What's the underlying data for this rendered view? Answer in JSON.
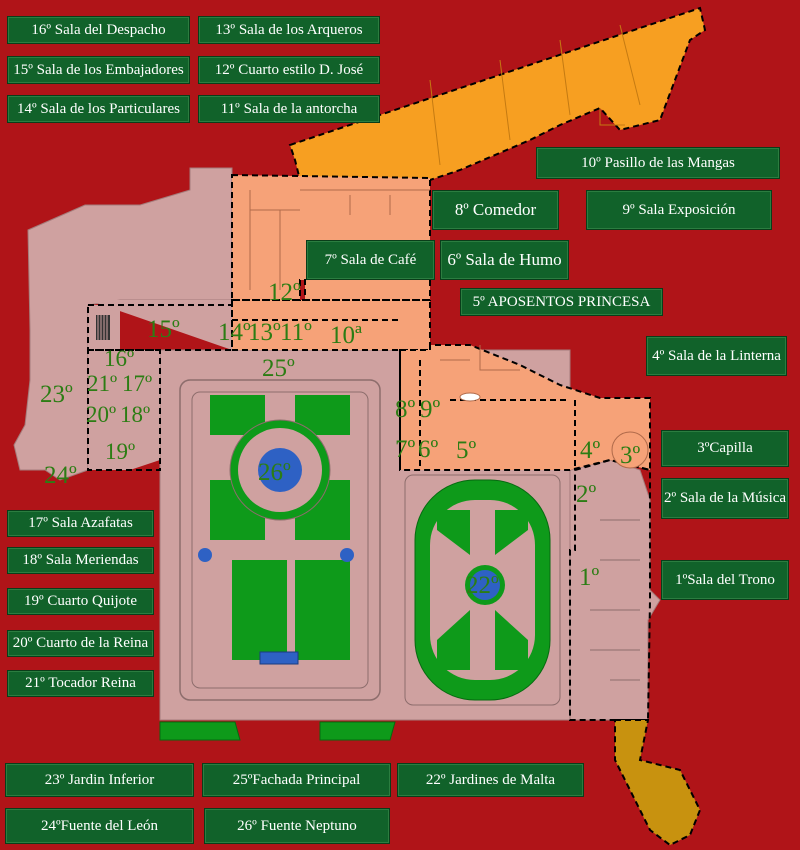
{
  "colors": {
    "background": "#b01418",
    "palace_gray": "#cfa1a0",
    "wing_salmon": "#f6a278",
    "wing_orange": "#f79f21",
    "annex_gold": "#c8920f",
    "garden_green": "#0e9a1a",
    "fountain_blue": "#2e61c4",
    "button_green": "#11622a"
  },
  "rooms": {
    "r16": "16º Sala del Despacho",
    "r13": "13º Sala de los Arqueros",
    "r15": "15º Sala de los Embajadores",
    "r12": "12º Cuarto estilo D. José",
    "r14": "14º Sala de los Particulares",
    "r11": "11º Sala de la antorcha",
    "r10": "10º Pasillo de las Mangas",
    "r8": "8º Comedor",
    "r9": "9º Sala Exposición",
    "r7": "7º Sala de Café",
    "r6": "6º Sala de Humo",
    "r5": "5º APOSENTOS  PRINCESA",
    "r4": "4º Sala de la Linterna",
    "r3": "3ºCapilla",
    "r2": "2º Sala de la Música",
    "r1": "1ºSala del Trono",
    "r17": "17º Sala Azafatas",
    "r18": "18º Sala Meriendas",
    "r19": "19º Cuarto Quijote",
    "r20": "20º Cuarto de la Reina",
    "r21": "21º Tocador Reina",
    "r23": "23º Jardin Inferior",
    "r25": "25ºFachada Principal",
    "r22": "22º Jardines de Malta",
    "r24": "24ºFuente del León",
    "r26": "26º Fuente Neptuno"
  },
  "map_labels": {
    "n12": "12º",
    "n15": "15º",
    "n14": "14º",
    "n13": "13º",
    "n11": "11º",
    "n10": "10ª",
    "n16": "16º",
    "n21": "21º",
    "n17": "17º",
    "n20": "20º",
    "n18": "18º",
    "n19": "19º",
    "n23": "23º",
    "n24": "24º",
    "n25": "25º",
    "n26": "26º",
    "n22": "22º",
    "n8": "8º",
    "n9": "9º",
    "n7": "7º",
    "n6": "6º",
    "n5": "5º",
    "n4": "4º",
    "n3": "3º",
    "n2": "2º",
    "n1": "1º"
  }
}
